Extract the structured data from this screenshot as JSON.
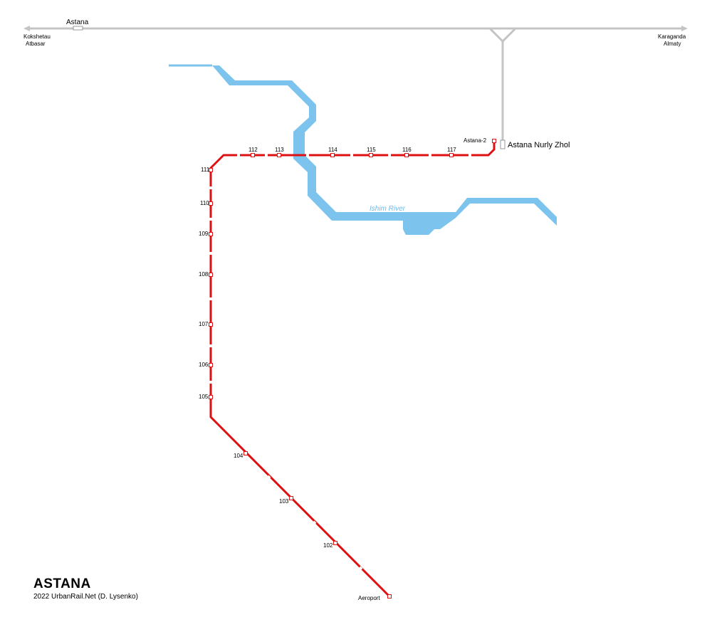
{
  "map": {
    "title": "ASTANA",
    "credit": "2022 UrbanRail.Net (D. Lysenko)",
    "colors": {
      "metro_line": "#dd1111",
      "river": "#7cc4ee",
      "railway": "#c4c4c4",
      "station_fill": "#ffffff"
    },
    "railway": {
      "station_astana": "Astana",
      "station_nurly_zhol": "Astana Nurly Zhol",
      "west_destinations": [
        "Kokshetau",
        "Atbasar"
      ],
      "east_destinations": [
        "Karaganda",
        "Almaty"
      ]
    },
    "river": {
      "name": "Ishim River"
    },
    "metro": {
      "stations": [
        "Aeroport",
        "102",
        "103",
        "104",
        "105",
        "106",
        "107",
        "108",
        "109",
        "110",
        "111",
        "112",
        "113",
        "114",
        "115",
        "116",
        "117",
        "Astana-2"
      ]
    }
  }
}
